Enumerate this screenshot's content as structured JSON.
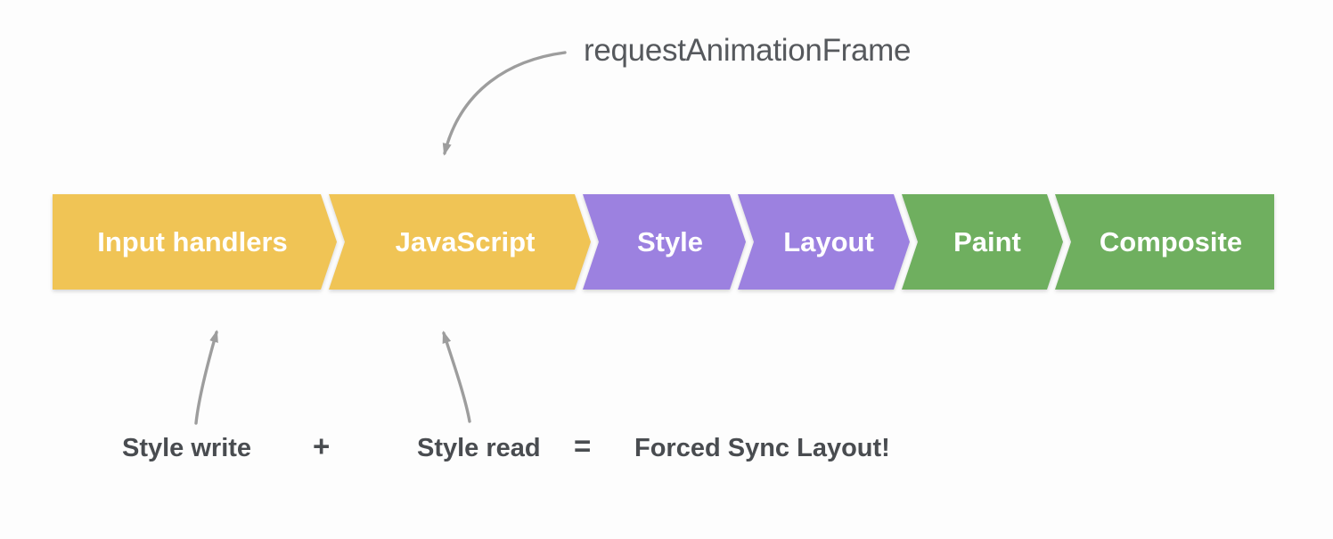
{
  "pipeline": {
    "segments": [
      {
        "label": "Input handlers",
        "color": "#F0C455"
      },
      {
        "label": "JavaScript",
        "color": "#F0C455"
      },
      {
        "label": "Style",
        "color": "#9C81E0"
      },
      {
        "label": "Layout",
        "color": "#9C81E0"
      },
      {
        "label": "Paint",
        "color": "#6FAF5F"
      },
      {
        "label": "Composite",
        "color": "#6FAF5F"
      }
    ]
  },
  "annotations": {
    "raf": "requestAnimationFrame",
    "style_write": "Style write",
    "plus": "+",
    "style_read": "Style read",
    "equals": "=",
    "result": "Forced Sync Layout!"
  },
  "colors": {
    "background": "#fdfdfd",
    "segment_text": "#ffffff",
    "annotation_text": "#4b4e52",
    "arrow_gray": "#9d9d9d",
    "gold": "#F0C455",
    "purple": "#9C81E0",
    "green": "#6FAF5F"
  }
}
